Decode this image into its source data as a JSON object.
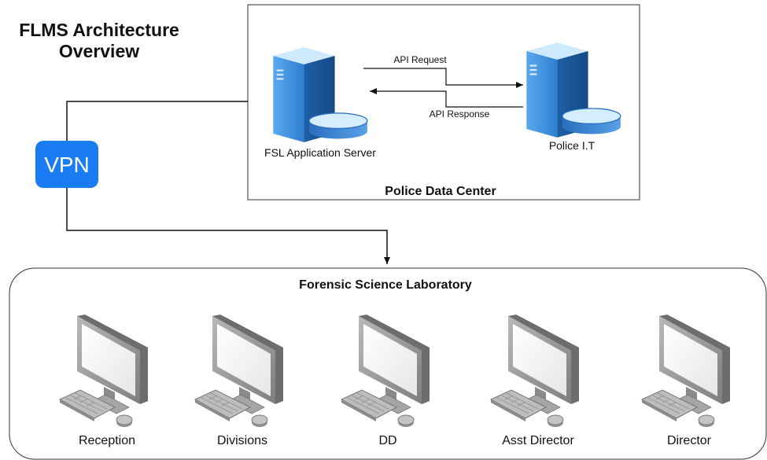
{
  "title": {
    "line1": "FLMS Architecture",
    "line2": "Overview"
  },
  "data_center": {
    "title": "Police Data Center",
    "fsl_server_label": "FSL Application Server",
    "police_it_label": "Police I.T",
    "api_request": "API Request",
    "api_response": "API Response"
  },
  "vpn": {
    "label": "VPN",
    "color": "#1a7cf2"
  },
  "lab": {
    "title": "Forensic Science Laboratory",
    "computers": [
      {
        "label": "Reception"
      },
      {
        "label": "Divisions"
      },
      {
        "label": "DD"
      },
      {
        "label": "Asst Director"
      },
      {
        "label": "Director"
      }
    ]
  },
  "colors": {
    "server_blue": "#3a8bd8",
    "server_light": "#bfe3ff",
    "pc_gray": "#9a9a9a"
  }
}
